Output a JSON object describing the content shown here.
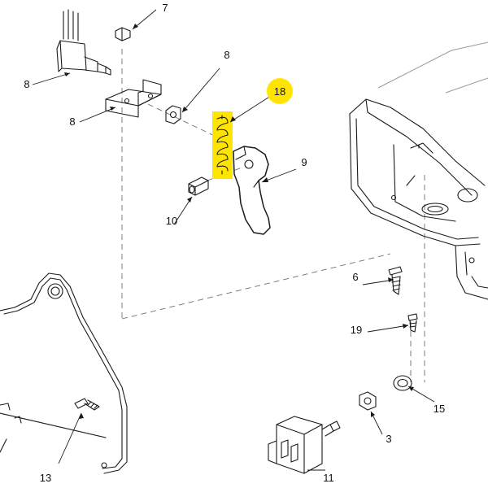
{
  "colors": {
    "line": "#1a1a1a",
    "highlight": "#ffe400",
    "background": "#ffffff"
  },
  "callouts": {
    "c7": "7",
    "c8a": "8",
    "c8b": "8",
    "c8c": "8",
    "c18": "18",
    "c9": "9",
    "c10": "10",
    "c6": "6",
    "c19": "19",
    "c15": "15",
    "c3": "3",
    "c11": "11",
    "c13": "13"
  }
}
